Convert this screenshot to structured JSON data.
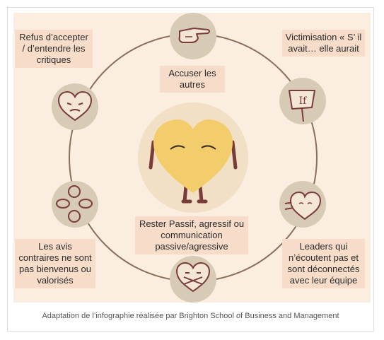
{
  "labels": {
    "refus": "Refus d’accepter / d’entendre les critiques",
    "accuser": "Accuser les autres",
    "victimisation": "Victimisation « S’ il avait… elle aurait",
    "avis": "Les avis contraires ne sont pas bienvenus ou valorisés",
    "passif": "Rester Passif, agressif ou communication passive/agressive",
    "leaders": "Leaders qui n’écoutent pas et sont déconnectés avec leur équipe"
  },
  "sign_text": "If",
  "caption": "Adaptation de l’infographie réalisée par Brighton School of Business and Management",
  "colors": {
    "background": "#fbeee0",
    "label_bg": "#f7dcc9",
    "medallion": "#d8cbb6",
    "heart": "#f3cd6b",
    "line": "#8a6f5c"
  },
  "icons": [
    "pointing-hand-icon",
    "if-sign-icon",
    "sad-heart-icon",
    "speech-bubbles-icon",
    "speaking-heart-icon",
    "silenced-heart-icon",
    "yellow-heart-character-icon"
  ]
}
